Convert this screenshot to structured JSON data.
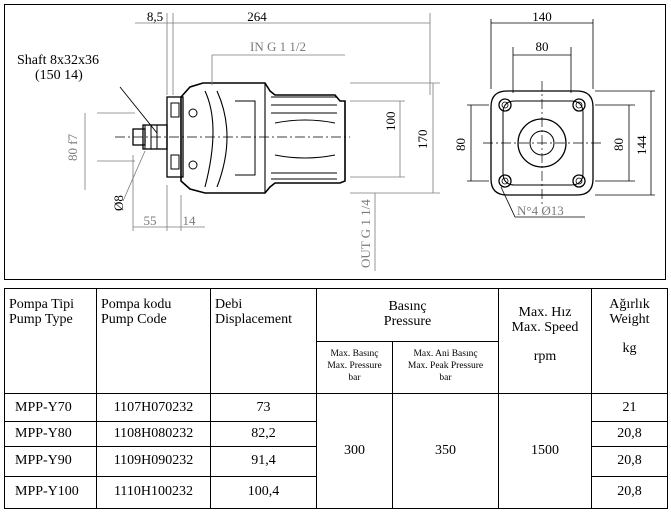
{
  "drawing": {
    "side_view": {
      "dim_top_small": "8,5",
      "dim_top_length": "264",
      "inlet_label": "IN G 1 1/2",
      "shaft_label_line1": "Shaft 8x32x36",
      "shaft_label_line2": "(150 14)",
      "dim_left_vertical": "80 f7",
      "dim_diameter": "Ø8",
      "dim_bottom_55": "55",
      "dim_bottom_14": "14",
      "dim_height_100": "100",
      "dim_height_170": "170",
      "outlet_label": "OUT G 1 1/4"
    },
    "front_view": {
      "dim_top_140": "140",
      "dim_top_80": "80",
      "dim_left_80": "80",
      "dim_right_80": "80",
      "dim_right_144": "144",
      "holes_label": "N°4 Ø13"
    }
  },
  "table": {
    "headers": {
      "pump_type_tr": "Pompa Tipi",
      "pump_type_en": "Pump Type",
      "pump_code_tr": "Pompa kodu",
      "pump_code_en": "Pump Code",
      "displacement_tr": "Debi",
      "displacement_en": "Displacement",
      "pressure_tr": "Basınç",
      "pressure_en": "Pressure",
      "max_pressure_tr": "Max. Basınç",
      "max_pressure_en": "Max. Pressure",
      "max_pressure_unit": "bar",
      "peak_pressure_tr": "Max. Ani Basınç",
      "peak_pressure_en": "Max. Peak Pressure",
      "peak_pressure_unit": "bar",
      "speed_tr": "Max. Hız",
      "speed_en": "Max. Speed",
      "speed_unit": "rpm",
      "weight_tr": "Ağırlık",
      "weight_en": "Weight",
      "weight_unit": "kg"
    },
    "rows": [
      {
        "type": "MPP-Y70",
        "code": "1107H070232",
        "displacement": "73",
        "weight": "21"
      },
      {
        "type": "MPP-Y80",
        "code": "1108H080232",
        "displacement": "82,2",
        "weight": "20,8"
      },
      {
        "type": "MPP-Y90",
        "code": "1109H090232",
        "displacement": "91,4",
        "weight": "20,8"
      },
      {
        "type": "MPP-Y100",
        "code": "1110H100232",
        "displacement": "100,4",
        "weight": "20,8"
      }
    ],
    "shared": {
      "max_pressure": "300",
      "peak_pressure": "350",
      "max_speed": "1500"
    }
  }
}
